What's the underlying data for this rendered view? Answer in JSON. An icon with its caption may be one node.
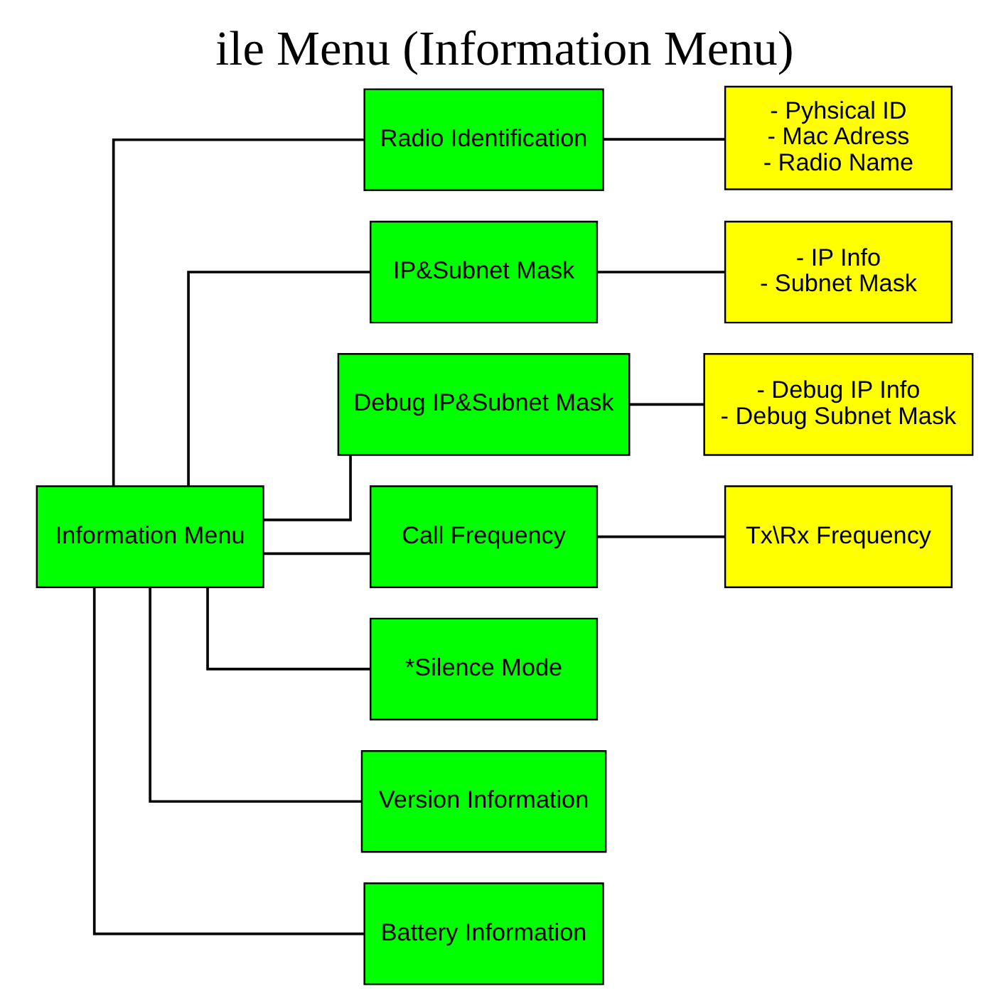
{
  "diagram": {
    "title": "ile Menu (Information Menu)",
    "nodes": [
      {
        "text": [
          "Information Menu"
        ]
      },
      {
        "text": [
          "Radio Identification"
        ]
      },
      {
        "text": [
          "- Pyhsical ID",
          "- Mac Adress",
          "- Radio Name"
        ]
      },
      {
        "text": [
          "IP&Subnet Mask"
        ]
      },
      {
        "text": [
          "- IP Info",
          "- Subnet Mask"
        ]
      },
      {
        "text": [
          "Debug IP&Subnet Mask"
        ]
      },
      {
        "text": [
          "- Debug IP Info",
          "- Debug Subnet Mask"
        ]
      },
      {
        "text": [
          "Call Frequency"
        ]
      },
      {
        "text": [
          "Tx\\Rx Frequency"
        ]
      },
      {
        "text": [
          "*Silence Mode"
        ]
      },
      {
        "text": [
          "Version Information"
        ]
      },
      {
        "text": [
          "Battery Information"
        ]
      }
    ],
    "edges": [
      {
        "from": 0,
        "to": 1,
        "arrow": "none"
      },
      {
        "from": 1,
        "to": 2,
        "arrow": "none"
      },
      {
        "from": 0,
        "to": 3,
        "arrow": "none"
      },
      {
        "from": 3,
        "to": 4,
        "arrow": "none"
      },
      {
        "from": 0,
        "to": 5,
        "arrow": "none"
      },
      {
        "from": 5,
        "to": 6,
        "arrow": "none"
      },
      {
        "from": 0,
        "to": 7,
        "arrow": "none"
      },
      {
        "from": 7,
        "to": 8,
        "arrow": "none"
      },
      {
        "from": 0,
        "to": 9,
        "arrow": "none"
      },
      {
        "from": 0,
        "to": 10,
        "arrow": "none"
      },
      {
        "from": 0,
        "to": 11,
        "arrow": "none"
      }
    ]
  }
}
